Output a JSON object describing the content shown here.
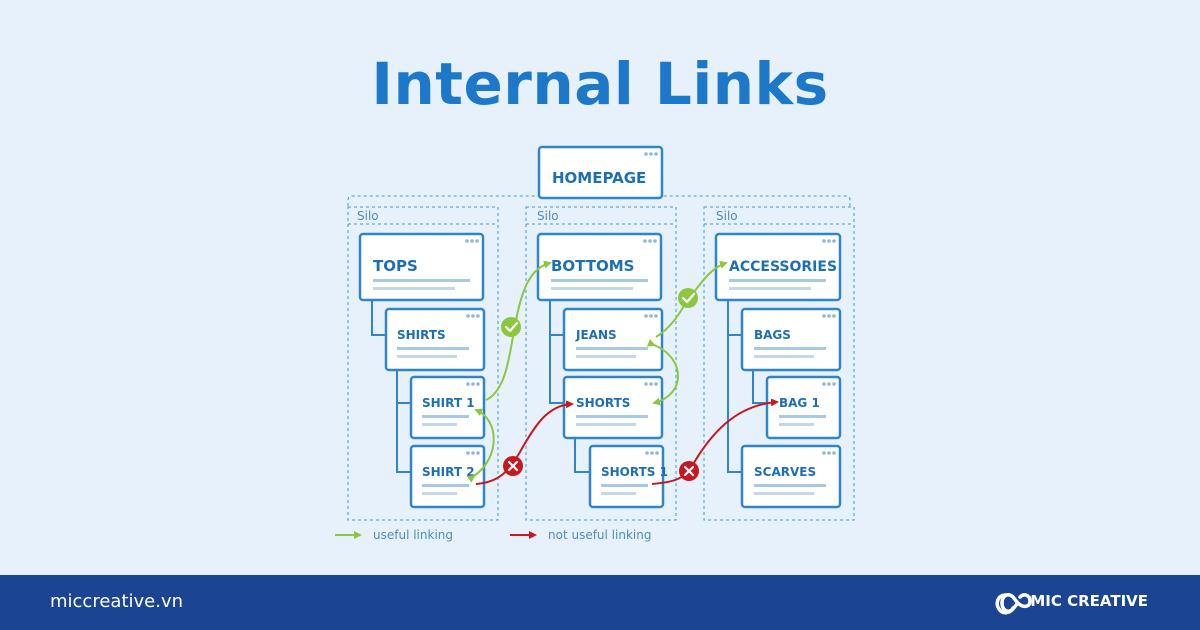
{
  "title": "Internal Links",
  "homepage": "HOMEPAGE",
  "silo_label": "Silo",
  "silos": [
    {
      "category": "TOPS",
      "nodes": [
        "SHIRTS",
        "SHIRT 1",
        "SHIRT 2"
      ]
    },
    {
      "category": "BOTTOMS",
      "nodes": [
        "JEANS",
        "SHORTS",
        "SHORTS 1"
      ]
    },
    {
      "category": "ACCESSORIES",
      "nodes": [
        "BAGS",
        "BAG 1",
        "SCARVES"
      ]
    }
  ],
  "legend": {
    "useful": "useful linking",
    "not_useful": "not useful linking"
  },
  "colors": {
    "useful": "#8dc63f",
    "not_useful": "#c8171e",
    "box_border": "#2e86c8",
    "title": "#1d78c9",
    "footer": "#1b4493"
  },
  "icons": {
    "useful_marker": "check-circle-icon",
    "not_useful_marker": "x-circle-icon"
  },
  "footer": {
    "site": "miccreative.vn",
    "brand": "MIC CREATIVE"
  }
}
